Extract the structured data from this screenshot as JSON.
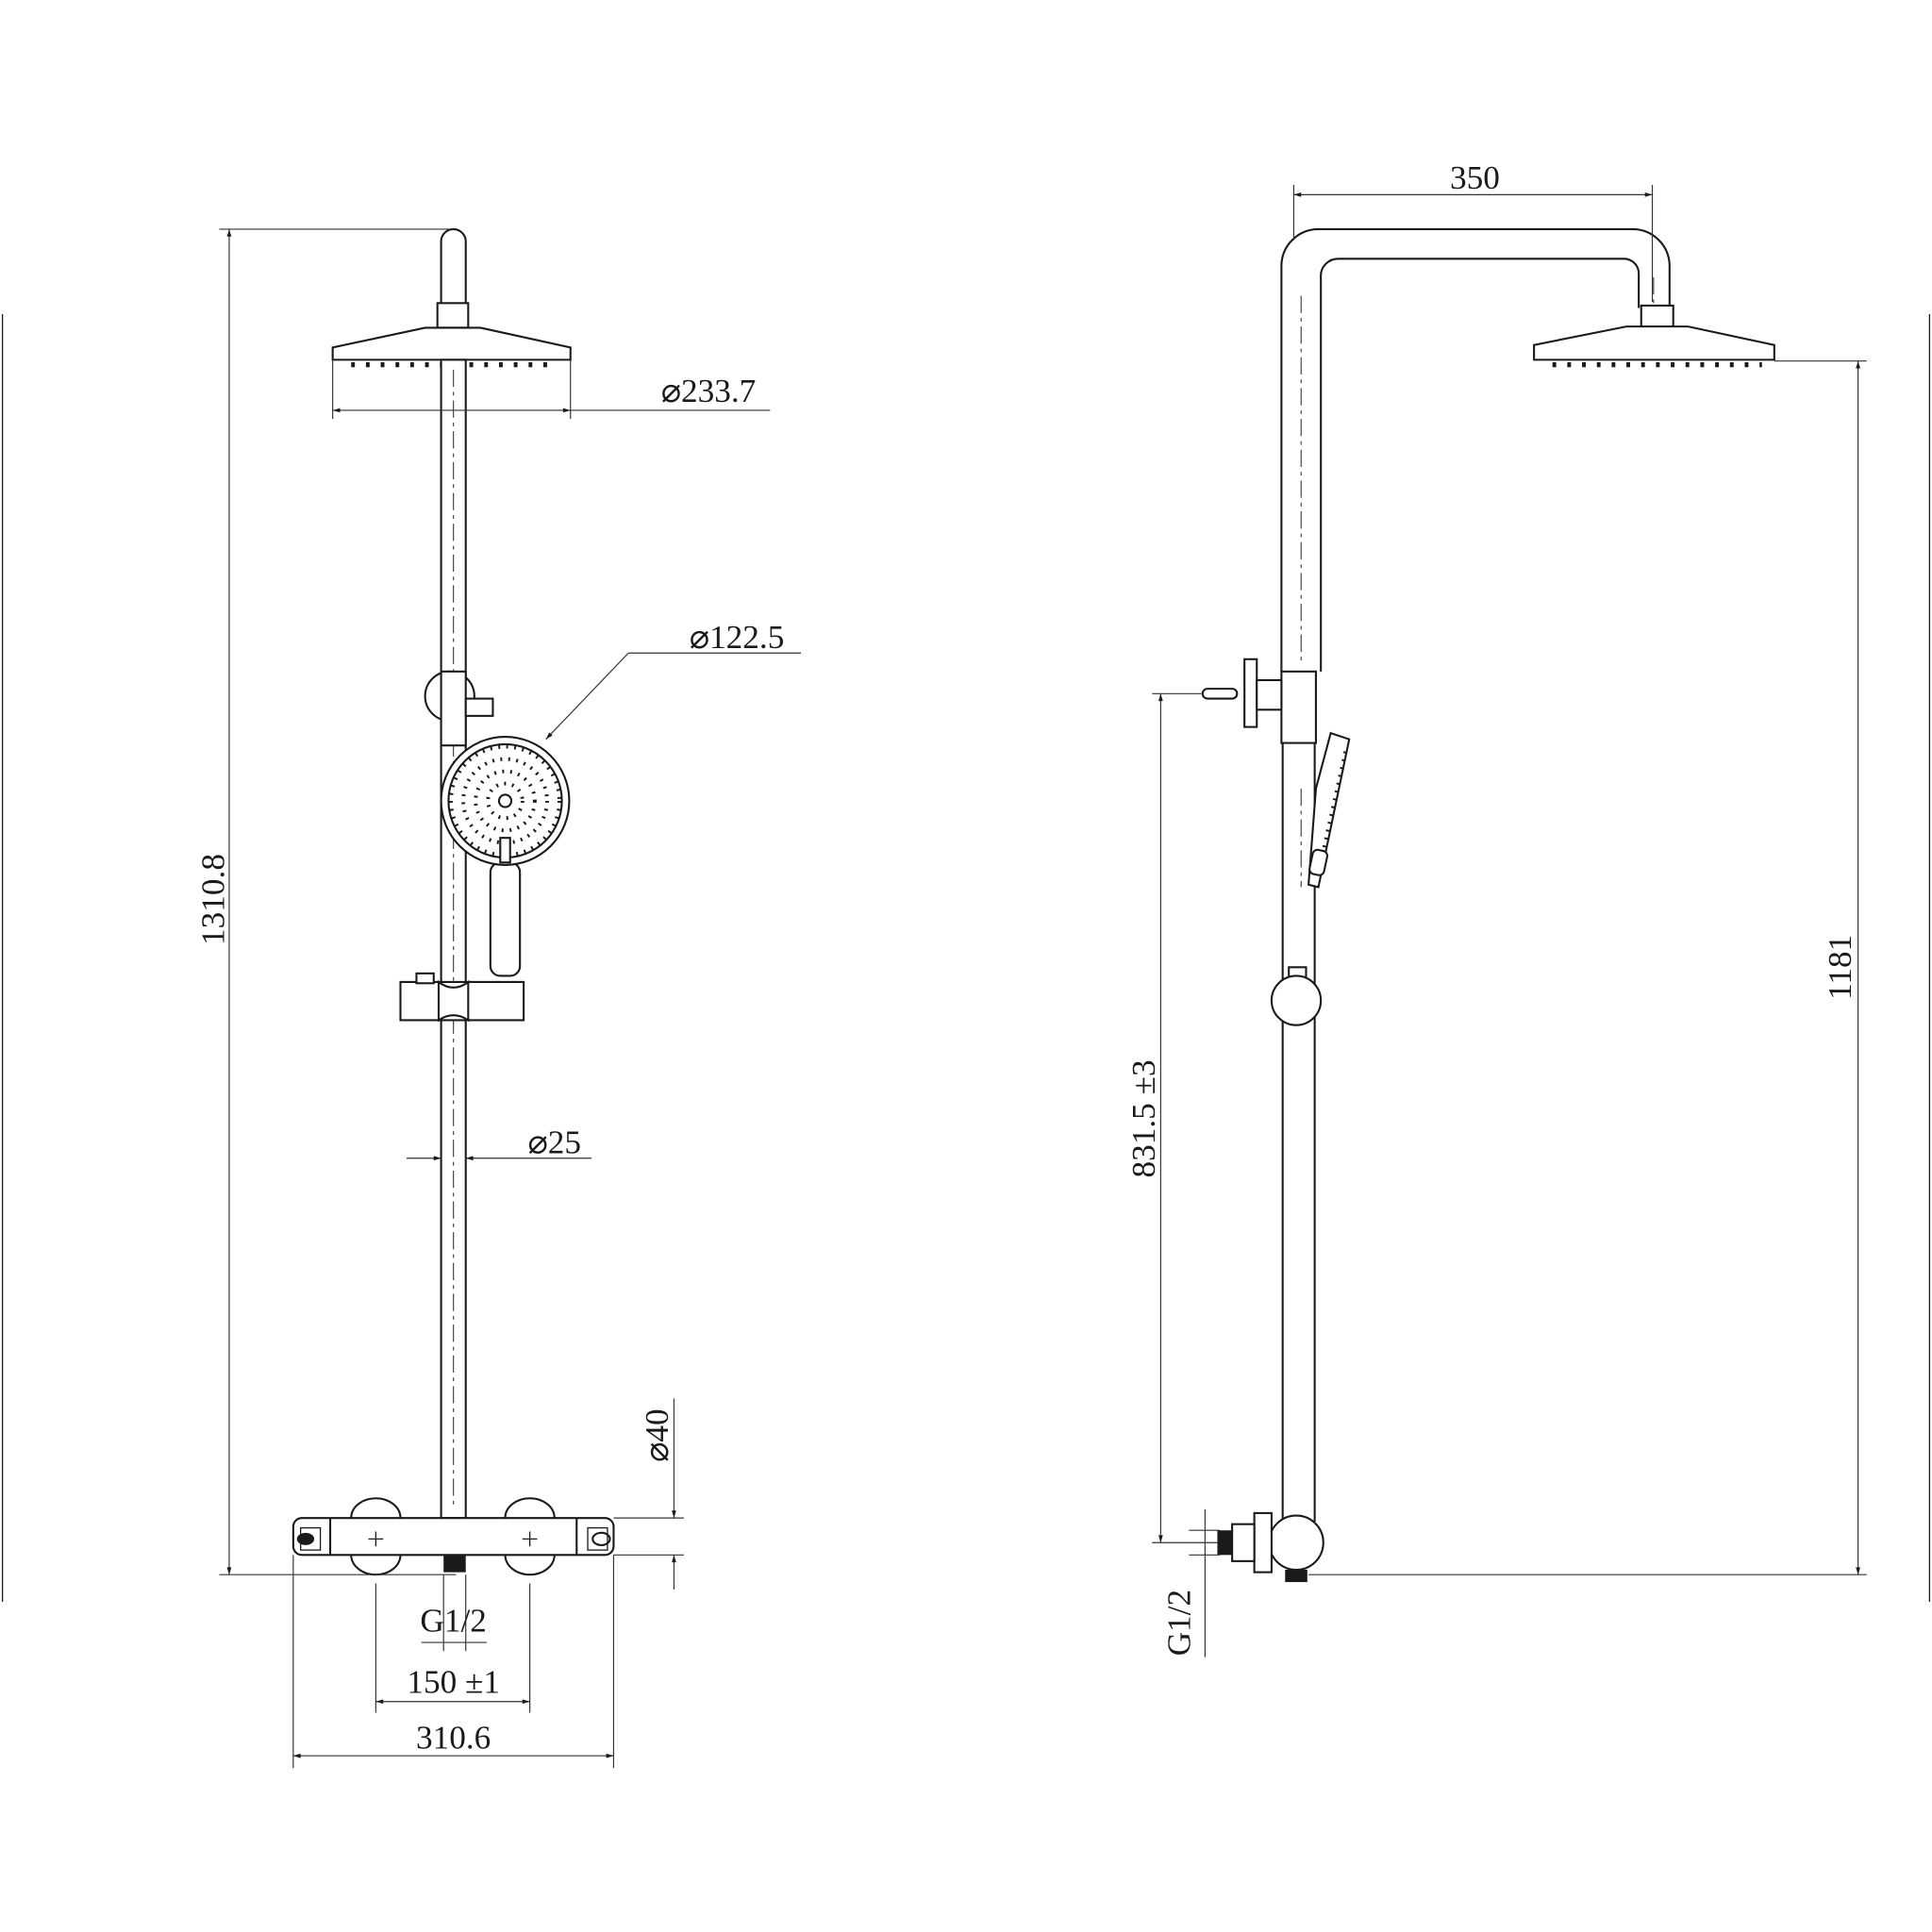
{
  "front_view": {
    "overall_height": "1310.8",
    "rain_head_diameter": "⌀233.7",
    "hand_shower_diameter": "⌀122.5",
    "rail_diameter": "⌀25",
    "valve_diameter": "⌀40",
    "outlet_thread": "G1/2",
    "inlet_spacing": "150 ±1",
    "valve_width": "310.6"
  },
  "side_view": {
    "arm_reach": "350",
    "head_height": "1181",
    "bracket_height": "831.5 ±3",
    "inlet_thread": "G1/2"
  }
}
